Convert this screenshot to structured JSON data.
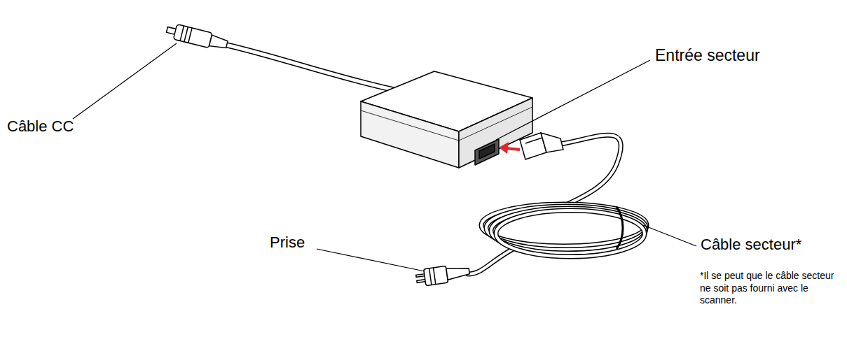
{
  "diagram": {
    "labels": [
      "Câble CC",
      "Entrée secteur",
      "Prise",
      "Câble secteur*",
      "*Il se peut que le câble secteur ne soit pas fourni avec le scanner."
    ]
  }
}
